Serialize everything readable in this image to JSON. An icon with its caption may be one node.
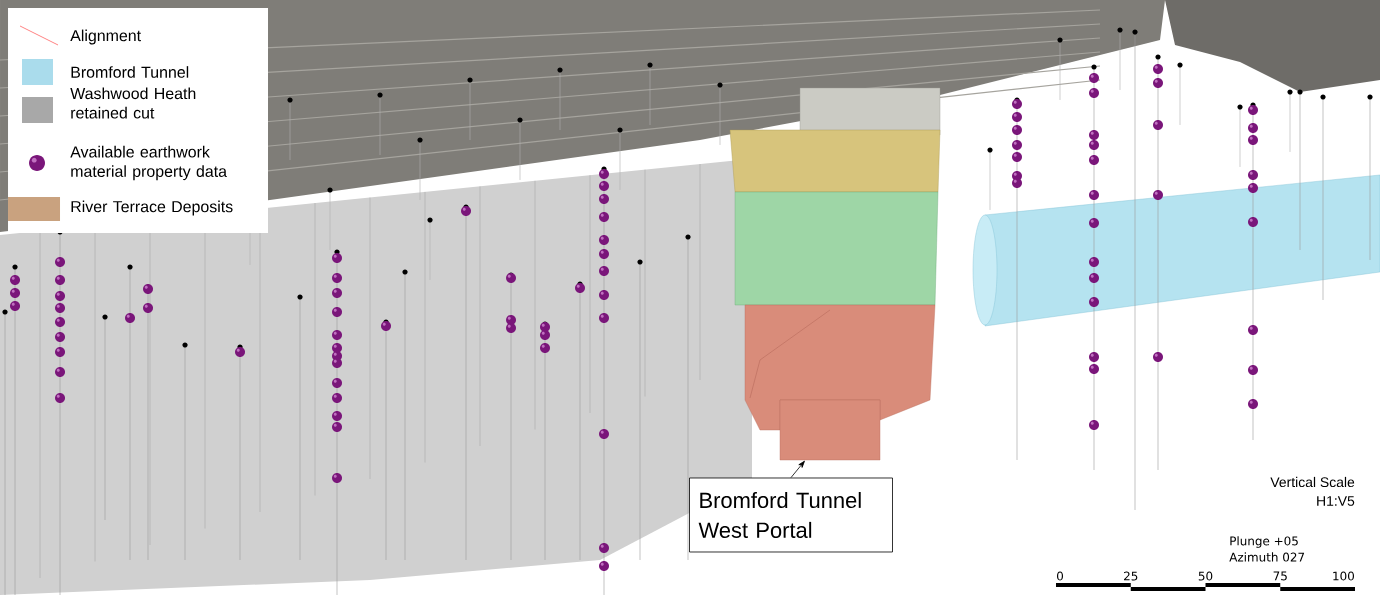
{
  "diagram": {
    "nodes": [
      {
        "text": [
          "Bromford Tunnel West Portal"
        ]
      },
      {
        "text": [],
        "shape": "picture"
      }
    ],
    "edges": [
      {
        "from": 0,
        "to": 1,
        "arrow": "to"
      }
    ],
    "labels": [
      "Vertical Scale",
      "H1:V5",
      "Plunge +05",
      "Azimuth 027",
      "0",
      "25",
      "50",
      "75",
      "100"
    ],
    "legend": [
      {
        "text": "Alignment"
      },
      {
        "text": "Bromford Tunnel",
        "color": "#aadcec"
      },
      {
        "text": "Washwood Heath retained cut",
        "color": "#a8a8a8"
      },
      {
        "text": "Available earthwork material property data"
      },
      {
        "text": "River Terrace Deposits",
        "color": "#c9a27f"
      }
    ]
  }
}
